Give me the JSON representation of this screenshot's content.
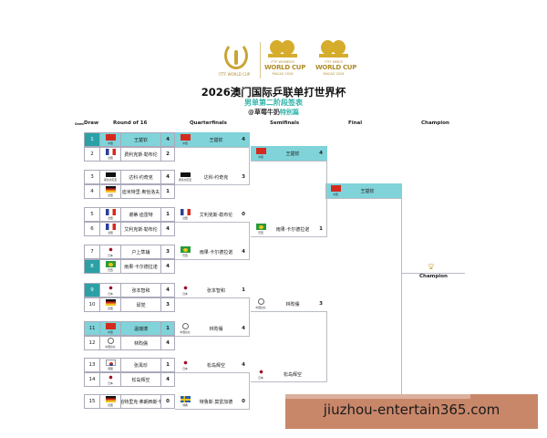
{
  "header": {
    "logos": [
      {
        "name": "ittf-world-cup",
        "caption": "ITTF WORLD CUP"
      },
      {
        "name": "womens-world-cup",
        "line1": "ITTF WOMEN'S",
        "line2": "WORLD CUP",
        "line3": "MACAO 2026"
      },
      {
        "name": "mens-world-cup",
        "line1": "ITTF MEN'S",
        "line2": "WORLD CUP",
        "line3": "MACAO 2026"
      }
    ],
    "title": "2026澳门国际乒联单打世界杯",
    "subtitle": "男单第二阶段签表",
    "credit_prefix": "@草莓牛奶",
    "credit_highlight": "特别篇"
  },
  "columns": {
    "seed": "Seed",
    "draw": "Draw",
    "r16": "Round of 16",
    "qf": "Quarterfinals",
    "sf": "Semifinals",
    "final": "Final",
    "champion": "Champion"
  },
  "round_of_16": [
    {
      "draw": "1",
      "flag": "cn",
      "country": "中国",
      "name": "王楚钦",
      "score": "4",
      "winner": true,
      "seed_marker": true
    },
    {
      "draw": "2",
      "flag": "fr",
      "country": "法国",
      "name": "费利克斯·勒布伦",
      "score": "2",
      "winner": false
    },
    {
      "draw": "3",
      "flag": "mac",
      "country": "斯洛文尼亚",
      "name": "达科·约奇克",
      "score": "4",
      "winner": false
    },
    {
      "draw": "4",
      "flag": "de",
      "country": "德国",
      "name": "迪米特里·奥恰洛夫",
      "score": "1",
      "winner": false
    },
    {
      "draw": "5",
      "flag": "fr",
      "country": "法国",
      "name": "谢蒂·迪雷特",
      "score": "1",
      "winner": false
    },
    {
      "draw": "6",
      "flag": "fr",
      "country": "法国",
      "name": "艾利克斯·勒布伦",
      "score": "4",
      "winner": false
    },
    {
      "draw": "7",
      "flag": "jp",
      "country": "日本",
      "name": "户上隼辅",
      "score": "3",
      "winner": false
    },
    {
      "draw": "8",
      "flag": "br",
      "country": "巴西",
      "name": "雨果·卡尔德拉诺",
      "score": "4",
      "winner": false,
      "seed_marker": true
    },
    {
      "draw": "9",
      "flag": "jp",
      "country": "日本",
      "name": "张本智和",
      "score": "4",
      "winner": false,
      "seed_marker": true
    },
    {
      "draw": "10",
      "flag": "de",
      "country": "德国",
      "name": "邱党",
      "score": "3",
      "winner": false
    },
    {
      "draw": "11",
      "flag": "cn",
      "country": "中国",
      "name": "温瑞博",
      "score": "1",
      "winner": true
    },
    {
      "draw": "12",
      "flag": "tpe",
      "country": "中国台北",
      "name": "林昀儒",
      "score": "4",
      "winner": false
    },
    {
      "draw": "13",
      "flag": "kr",
      "country": "韩国",
      "name": "张禹珍",
      "score": "1",
      "winner": false
    },
    {
      "draw": "14",
      "flag": "jp",
      "country": "日本",
      "name": "松岛辉空",
      "score": "4",
      "winner": false
    },
    {
      "draw": "15",
      "flag": "de",
      "country": "德国",
      "name": "帕特里克·弗朗西斯卡",
      "score": "0",
      "winner": false
    }
  ],
  "quarterfinals": [
    {
      "flag": "cn",
      "country": "中国",
      "name": "王楚钦",
      "score": "4",
      "winner": true
    },
    {
      "flag": "mac",
      "country": "斯洛文尼亚",
      "name": "达科·约奇克",
      "score": "3",
      "winner": false
    },
    {
      "flag": "fr",
      "country": "法国",
      "name": "艾利克斯·勒布伦",
      "score": "0",
      "winner": false
    },
    {
      "flag": "br",
      "country": "巴西",
      "name": "雨果·卡尔德拉诺",
      "score": "4",
      "winner": false
    },
    {
      "flag": "jp",
      "country": "日本",
      "name": "张本智和",
      "score": "1",
      "winner": false
    },
    {
      "flag": "tpe",
      "country": "中国台北",
      "name": "林昀儒",
      "score": "4",
      "winner": false
    },
    {
      "flag": "jp",
      "country": "日本",
      "name": "松岛辉空",
      "score": "4",
      "winner": false
    },
    {
      "flag": "se",
      "country": "瑞典",
      "name": "特鲁斯·莫雷加德",
      "score": "0",
      "winner": false
    }
  ],
  "semifinals": [
    {
      "flag": "cn",
      "country": "中国",
      "name": "王楚钦",
      "score": "4",
      "winner": true
    },
    {
      "flag": "br",
      "country": "巴西",
      "name": "雨果·卡尔德拉诺",
      "score": "1",
      "winner": false
    },
    {
      "flag": "tpe",
      "country": "中国台北",
      "name": "林昀儒",
      "score": "3",
      "winner": false
    },
    {
      "flag": "jp",
      "country": "日本",
      "name": "松岛辉空",
      "score": "",
      "winner": false
    }
  ],
  "final": [
    {
      "flag": "cn",
      "country": "中国",
      "name": "王楚钦",
      "score": "",
      "winner": true
    }
  ],
  "champion": {
    "label": "Champion",
    "icon": "trophy-icon"
  },
  "watermark": {
    "text": "jiuzhou-entertain365.com"
  }
}
